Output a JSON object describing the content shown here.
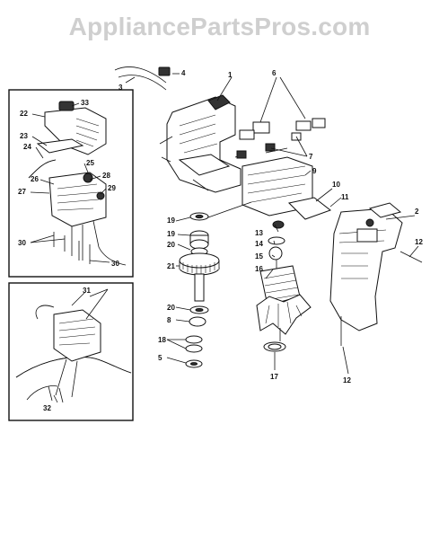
{
  "watermark": "AppliancePartsPros.com",
  "labels": {
    "l1": "1",
    "l2": "2",
    "l3": "3",
    "l4": "4",
    "l6": "6",
    "l7": "7",
    "l8": "8",
    "l9": "9",
    "l10": "10",
    "l11": "11",
    "l12a": "12",
    "l12b": "12",
    "l13": "13",
    "l14": "14",
    "l15": "15",
    "l16": "16",
    "l17": "17",
    "l18": "18",
    "l19a": "19",
    "l19b": "19",
    "l20a": "20",
    "l20b": "20",
    "l21": "21",
    "l22": "22",
    "l23": "23",
    "l24": "24",
    "l25": "25",
    "l26": "26",
    "l27": "27",
    "l28": "28",
    "l29": "29",
    "l30a": "30",
    "l30b": "30",
    "l31": "31",
    "l32": "32",
    "l33": "33",
    "l5": "5"
  }
}
